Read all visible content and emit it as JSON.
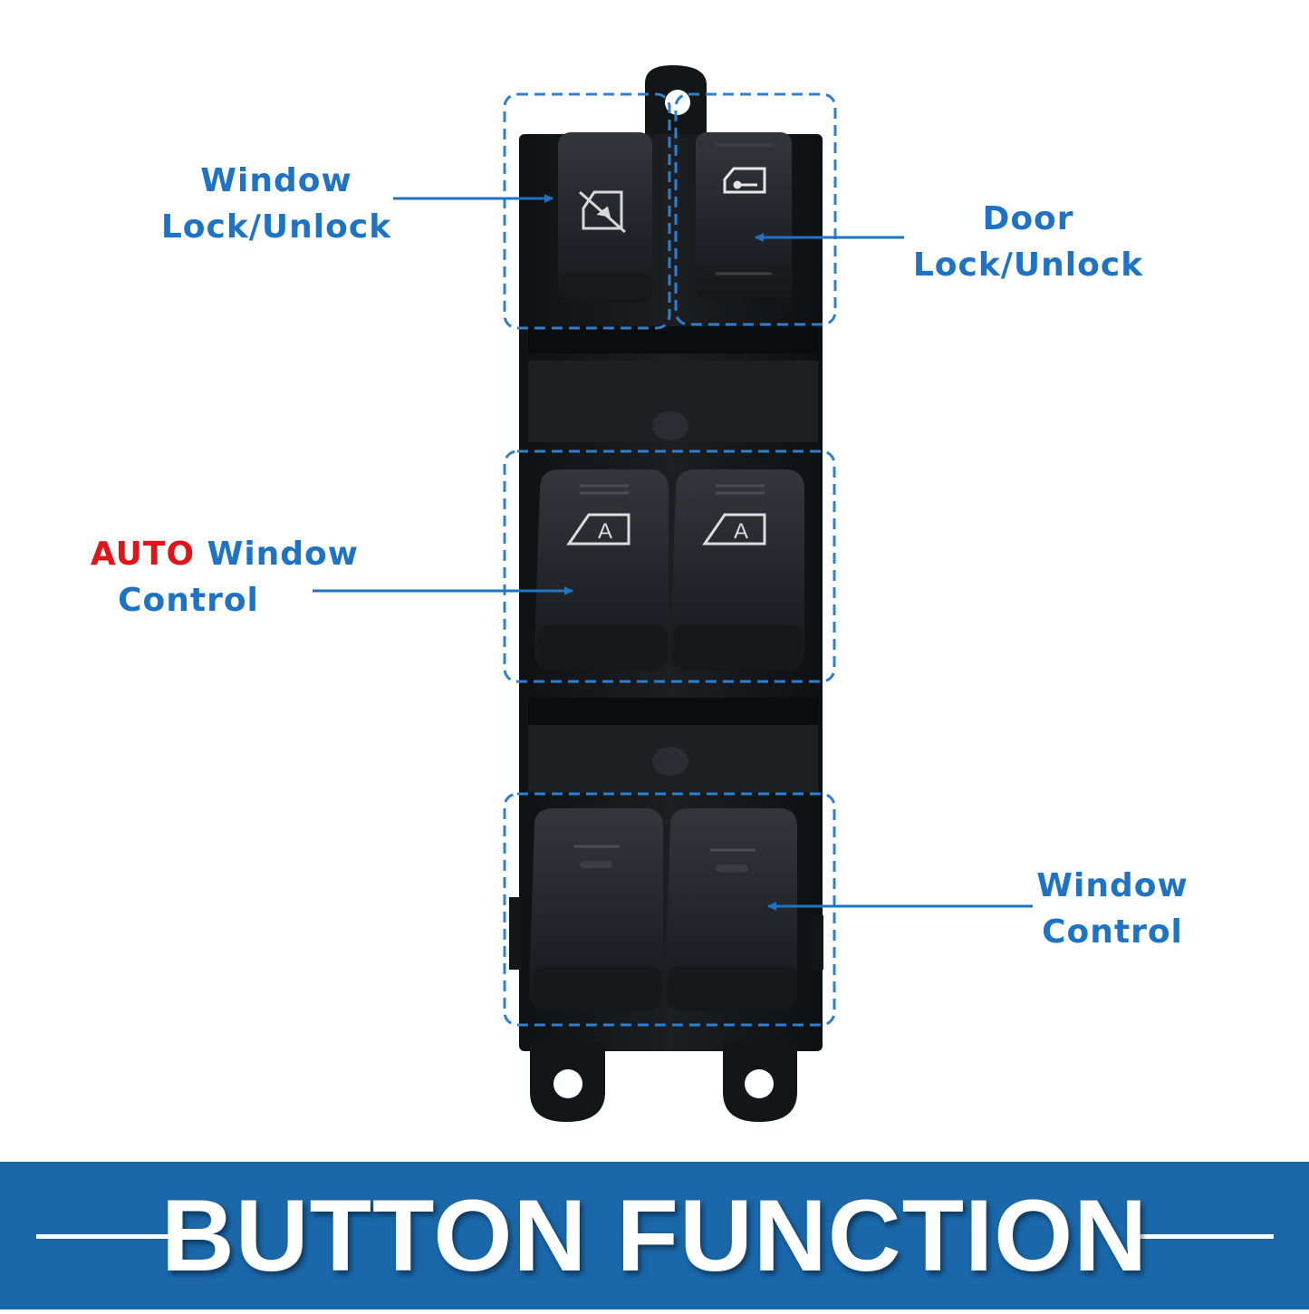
{
  "callouts": {
    "window_lock": {
      "line1": "Window",
      "line2": "Lock/Unlock"
    },
    "door_lock": {
      "line1": "Door",
      "line2": "Lock/Unlock"
    },
    "auto_window": {
      "highlight": "AUTO",
      "line1_rest": " Window",
      "line2": "Control"
    },
    "window_control": {
      "line1": "Window",
      "line2": "Control"
    }
  },
  "button_icons": {
    "window_lock": "window-lock-icon",
    "door_lock": "door-lock-icon",
    "auto_window": "auto-window-icon"
  },
  "auto_badge_letter": "A",
  "banner": {
    "title": "BUTTON FUNCTION"
  },
  "colors": {
    "callout_blue": "#1f73c4",
    "highlight_red": "#e0141a",
    "dashed_box_blue": "#2f7fcf",
    "banner_blue": "#1a67a9",
    "switch_black": "#16181b"
  }
}
